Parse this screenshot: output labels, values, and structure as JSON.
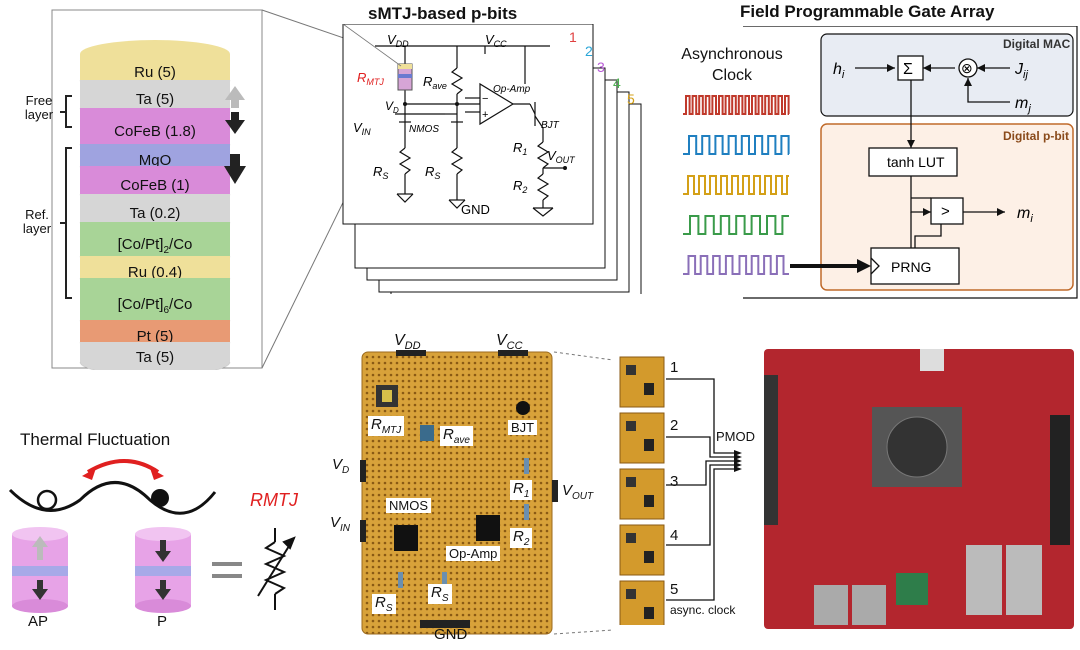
{
  "stack": {
    "layers": [
      {
        "label": "Ru (5)",
        "color": "#efe09a"
      },
      {
        "label": "Ta (5)",
        "color": "#d6d6d6"
      },
      {
        "label": "CoFeB (1.8)",
        "color": "#d98bd9"
      },
      {
        "label": "MgO",
        "color": "#9fa3e0"
      },
      {
        "label": "CoFeB (1)",
        "color": "#d98bd9"
      },
      {
        "label": "Ta (0.2)",
        "color": "#d6d6d6"
      },
      {
        "label": "[Co/Pt]2/Co",
        "color": "#a8d497"
      },
      {
        "label": "Ru (0.4)",
        "color": "#efe09a"
      },
      {
        "label": "[Co/Pt]6/Co",
        "color": "#a8d497"
      },
      {
        "label": "Pt (5)",
        "color": "#e89a74"
      },
      {
        "label": "Ta (5)",
        "color": "#d6d6d6"
      }
    ],
    "free_label": "Free\nlayer",
    "ref_label": "Ref.\nlayer"
  },
  "thermal": {
    "title": "Thermal Fluctuation",
    "ap_label": "AP",
    "p_label": "P",
    "rmtj_label": "RMTJ",
    "accent": "#e02020"
  },
  "circuit": {
    "title": "sMTJ-based p-bits",
    "vdd": "VDD",
    "vcc": "VCC",
    "rmtj": "RMTJ",
    "rave": "Rave",
    "vd": "VD",
    "vin": "VIN",
    "nmos": "NMOS",
    "opamp": "Op-Amp",
    "bjt": "BJT",
    "r1": "R1",
    "r2": "R2",
    "vout": "VOUT",
    "rs": "RS",
    "gnd": "GND",
    "layer_numbers": [
      "1",
      "2",
      "3",
      "4",
      "5"
    ],
    "layer_colors": [
      "#e04040",
      "#2aa6d8",
      "#b85ad6",
      "#4caf50",
      "#d4a017"
    ]
  },
  "fpga": {
    "title": "Field Programmable Gate Array",
    "async_title": "Asynchronous\nClock",
    "clock_colors": [
      "#c0392b",
      "#1f7fc0",
      "#d4a017",
      "#3a9b4a",
      "#8a6fb8"
    ],
    "mac_title": "Digital MAC",
    "pbit_title": "Digital p-bit",
    "hi": "hi",
    "jij": "Jij",
    "mj": "mj",
    "mi": "mi",
    "sum_symbol": "Σ",
    "mult_symbol": "⊗",
    "tanh": "tanh LUT",
    "compare": ">",
    "prng": "PRNG"
  },
  "board": {
    "vdd": "VDD",
    "vcc": "VCC",
    "rmtj": "RMTJ",
    "rave": "Rave",
    "bjt": "BJT",
    "vd": "VD",
    "r1": "R1",
    "vout": "VOUT",
    "vin": "VIN",
    "nmos": "NMOS",
    "r2": "R2",
    "opamp": "Op-Amp",
    "rs1": "RS",
    "rs2": "RS",
    "gnd": "GND"
  },
  "strip": {
    "numbers": [
      "1",
      "2",
      "3",
      "4",
      "5"
    ],
    "pmod": "PMOD",
    "async_clock": "async. clock"
  }
}
